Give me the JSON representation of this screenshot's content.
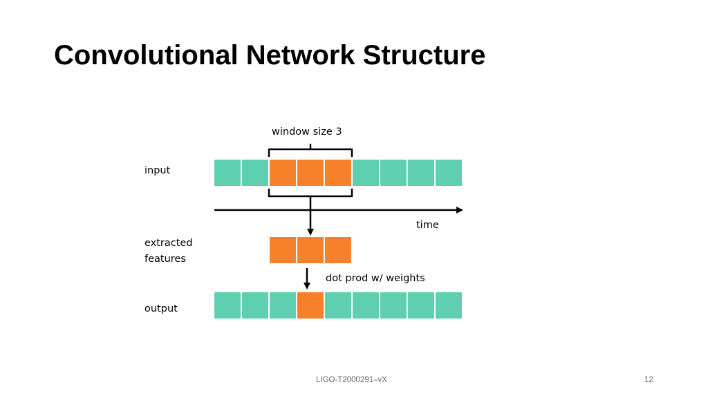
{
  "slide": {
    "title": "Convolutional Network Structure",
    "footer_doc_id": "LIGO-T2000291–vX",
    "page_number": "12"
  },
  "diagram": {
    "window_label": "window size 3",
    "input_label": "input",
    "time_label": "time",
    "features_label_line1": "extracted",
    "features_label_line2": "features",
    "dot_prod_label": "dot prod w/ weights",
    "output_label": "output",
    "window_size": 3,
    "input_cells": [
      "teal",
      "teal",
      "orange",
      "orange",
      "orange",
      "teal",
      "teal",
      "teal",
      "teal"
    ],
    "feature_cells": [
      "orange",
      "orange",
      "orange"
    ],
    "output_cells": [
      "teal",
      "teal",
      "teal",
      "orange",
      "teal",
      "teal",
      "teal",
      "teal",
      "teal"
    ]
  },
  "colors": {
    "teal": "#5ecfb1",
    "orange": "#f7812b",
    "line": "#000000"
  }
}
